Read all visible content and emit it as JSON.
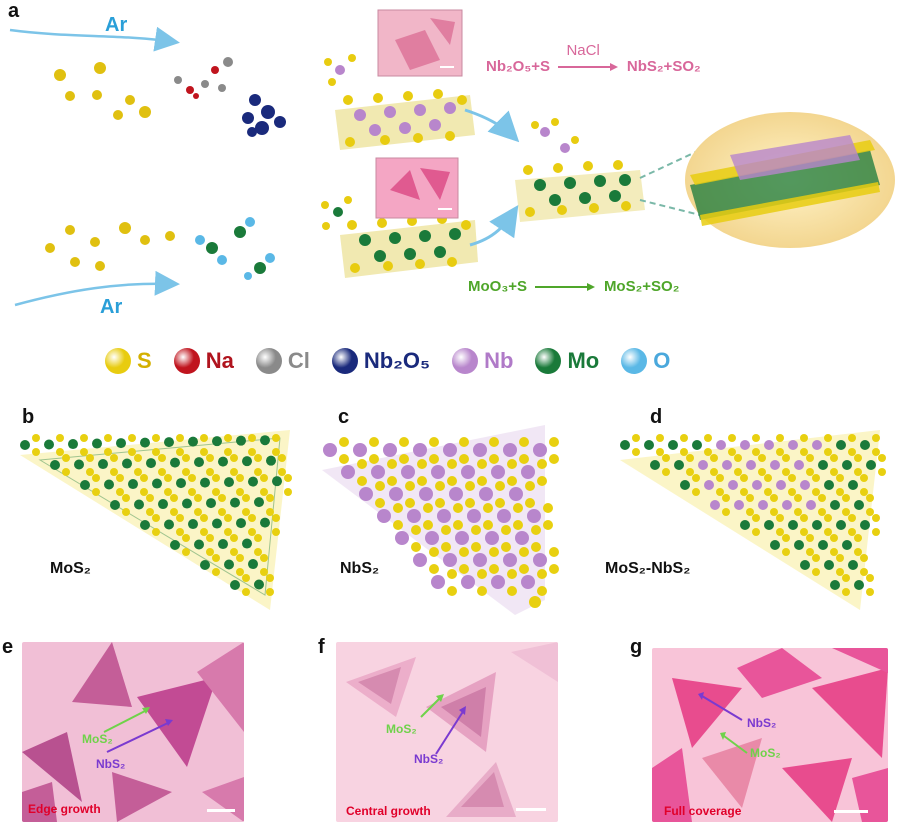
{
  "panels": {
    "a": "a",
    "b": "b",
    "c": "c",
    "d": "d",
    "e": "e",
    "f": "f",
    "g": "g"
  },
  "gas_label": "Ar",
  "reactions": {
    "nbs2": {
      "lhs": "Nb₂O₅+S",
      "catalyst": "NaCl",
      "rhs": "NbS₂+SO₂"
    },
    "mos2": {
      "lhs": "MoO₃+S",
      "rhs": "MoS₂+SO₂"
    }
  },
  "legend": [
    {
      "label": "S",
      "color": "#e8cc10",
      "text_color": "#d4b000"
    },
    {
      "label": "Na",
      "color": "#c0141e",
      "text_color": "#b0141e"
    },
    {
      "label": "Cl",
      "color": "#8a8a8a",
      "text_color": "#8a8a8a"
    },
    {
      "label": "Nb₂O₅",
      "color": "#1a2a7c",
      "text_color": "#1a2a7c"
    },
    {
      "label": "Nb",
      "color": "#b886cc",
      "text_color": "#b07ac8"
    },
    {
      "label": "Mo",
      "color": "#1a7a3a",
      "text_color": "#1a7a3a"
    },
    {
      "label": "O",
      "color": "#5ab8e6",
      "text_color": "#4aa8dc"
    }
  ],
  "structures": {
    "b": "MoS₂",
    "c": "NbS₂",
    "d": "MoS₂-NbS₂"
  },
  "micrographs": {
    "e": {
      "caption": "Edge growth",
      "mos2": "MoS₂",
      "nbs2": "NbS₂"
    },
    "f": {
      "caption": "Central growth",
      "mos2": "MoS₂",
      "nbs2": "NbS₂"
    },
    "g": {
      "caption": "Full coverage",
      "mos2": "MoS₂",
      "nbs2": "NbS₂"
    }
  },
  "colors": {
    "mos2_label": "#6fd24a",
    "nbs2_label": "#7a3ad0",
    "caption": "#e0002a"
  }
}
